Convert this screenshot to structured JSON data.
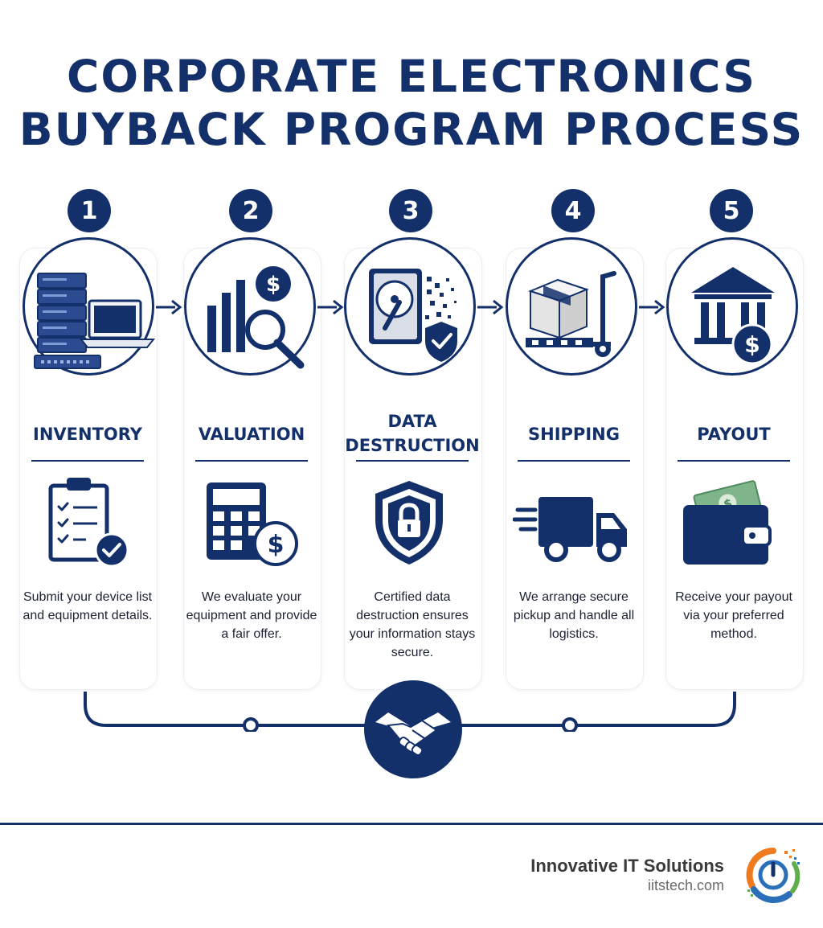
{
  "title": {
    "line1": "CORPORATE ELECTRONICS",
    "line2": "BUYBACK PROGRAM PROCESS"
  },
  "steps": [
    {
      "number": "1",
      "label": "INVENTORY",
      "icon": "server-laptop-icon",
      "sub_icon": "clipboard-checklist-icon",
      "description": "Submit your device list and equipment details."
    },
    {
      "number": "2",
      "label": "VALUATION",
      "icon": "bar-chart-magnifier-dollar-icon",
      "sub_icon": "calculator-dollar-icon",
      "description": "We evaluate your equipment and provide a fair offer."
    },
    {
      "number": "3",
      "label_line1": "DATA",
      "label_line2": "DESTRUCTION",
      "icon": "hard-drive-shred-shield-icon",
      "sub_icon": "shield-lock-icon",
      "description": "Certified data destruction ensures your information stays secure."
    },
    {
      "number": "4",
      "label": "SHIPPING",
      "icon": "box-hand-truck-icon",
      "sub_icon": "delivery-truck-icon",
      "description": "We arrange secure pickup and handle all logistics."
    },
    {
      "number": "5",
      "label": "PAYOUT",
      "icon": "bank-dollar-icon",
      "sub_icon": "wallet-cash-icon",
      "description": "Receive your payout via your preferred method."
    }
  ],
  "center_icon": "handshake-icon",
  "footer": {
    "company": "Innovative IT Solutions",
    "website": "iitstech.com",
    "logo_icon": "power-button-logo-icon"
  },
  "colors": {
    "primary": "#14306a",
    "money_green": "#5f9e6e",
    "logo_orange": "#f07a1e",
    "logo_blue": "#2a6fb8",
    "logo_green": "#5fae4b"
  }
}
